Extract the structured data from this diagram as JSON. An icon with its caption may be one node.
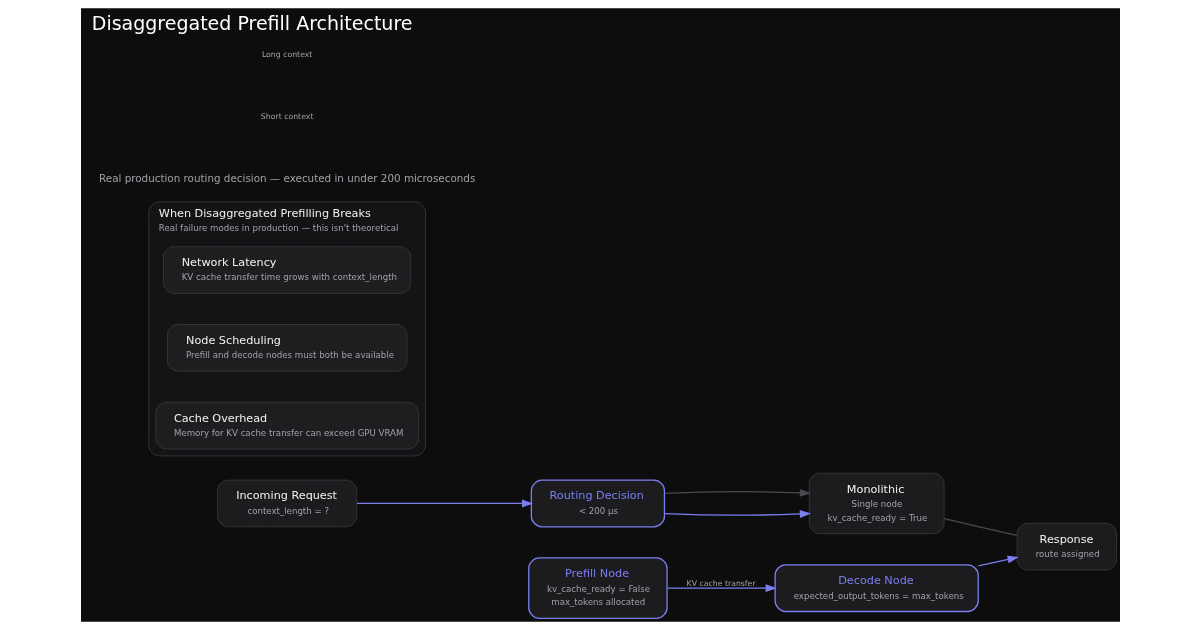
{
  "diagram": {
    "title": "Disaggregated Prefill Architecture",
    "nodes": [
      {
        "text": [
          "Incoming Request",
          "context_length = ?"
        ]
      },
      {
        "text": [
          "Routing Decision",
          "< 200 µs"
        ]
      },
      {
        "text": [
          "Monolithic",
          "Single node",
          "kv_cache_ready = True"
        ]
      },
      {
        "text": [
          "Prefill Node",
          "kv_cache_ready = False",
          "max_tokens allocated"
        ]
      },
      {
        "text": [
          "Decode Node",
          "expected_output_tokens = max_tokens"
        ]
      },
      {
        "text": [
          "Response",
          "route assigned"
        ]
      },
      {
        "text": [
          "When Disaggregated Prefilling Breaks",
          "Real failure modes in production — this isn't theoretical"
        ]
      },
      {
        "text": [
          "Network Latency",
          "KV cache transfer time grows with context_length"
        ],
        "in": 6
      },
      {
        "text": [
          "Node Scheduling",
          "Prefill and decode nodes must both be available"
        ],
        "in": 6
      },
      {
        "text": [
          "Cache Overhead",
          "Memory for KV cache transfer can exceed GPU VRAM"
        ],
        "in": 6
      }
    ],
    "edges": [
      {
        "from": 0,
        "to": 1,
        "arrow": "to"
      },
      {
        "from": 1,
        "to": 2,
        "arrow": "to"
      },
      {
        "from": 1,
        "to": 2,
        "arrow": "to",
        "color": "#4a4a4f"
      },
      {
        "from": 2,
        "to": 5,
        "arrow": "none",
        "color": "#4a4a4f"
      },
      {
        "from": 3,
        "to": 4,
        "arrow": "to",
        "label": "KV cache transfer"
      },
      {
        "from": 4,
        "to": 5,
        "arrow": "to"
      }
    ],
    "labels": [
      "Real production routing decision — executed in under 200 microseconds",
      "Short context",
      "Long context"
    ]
  }
}
